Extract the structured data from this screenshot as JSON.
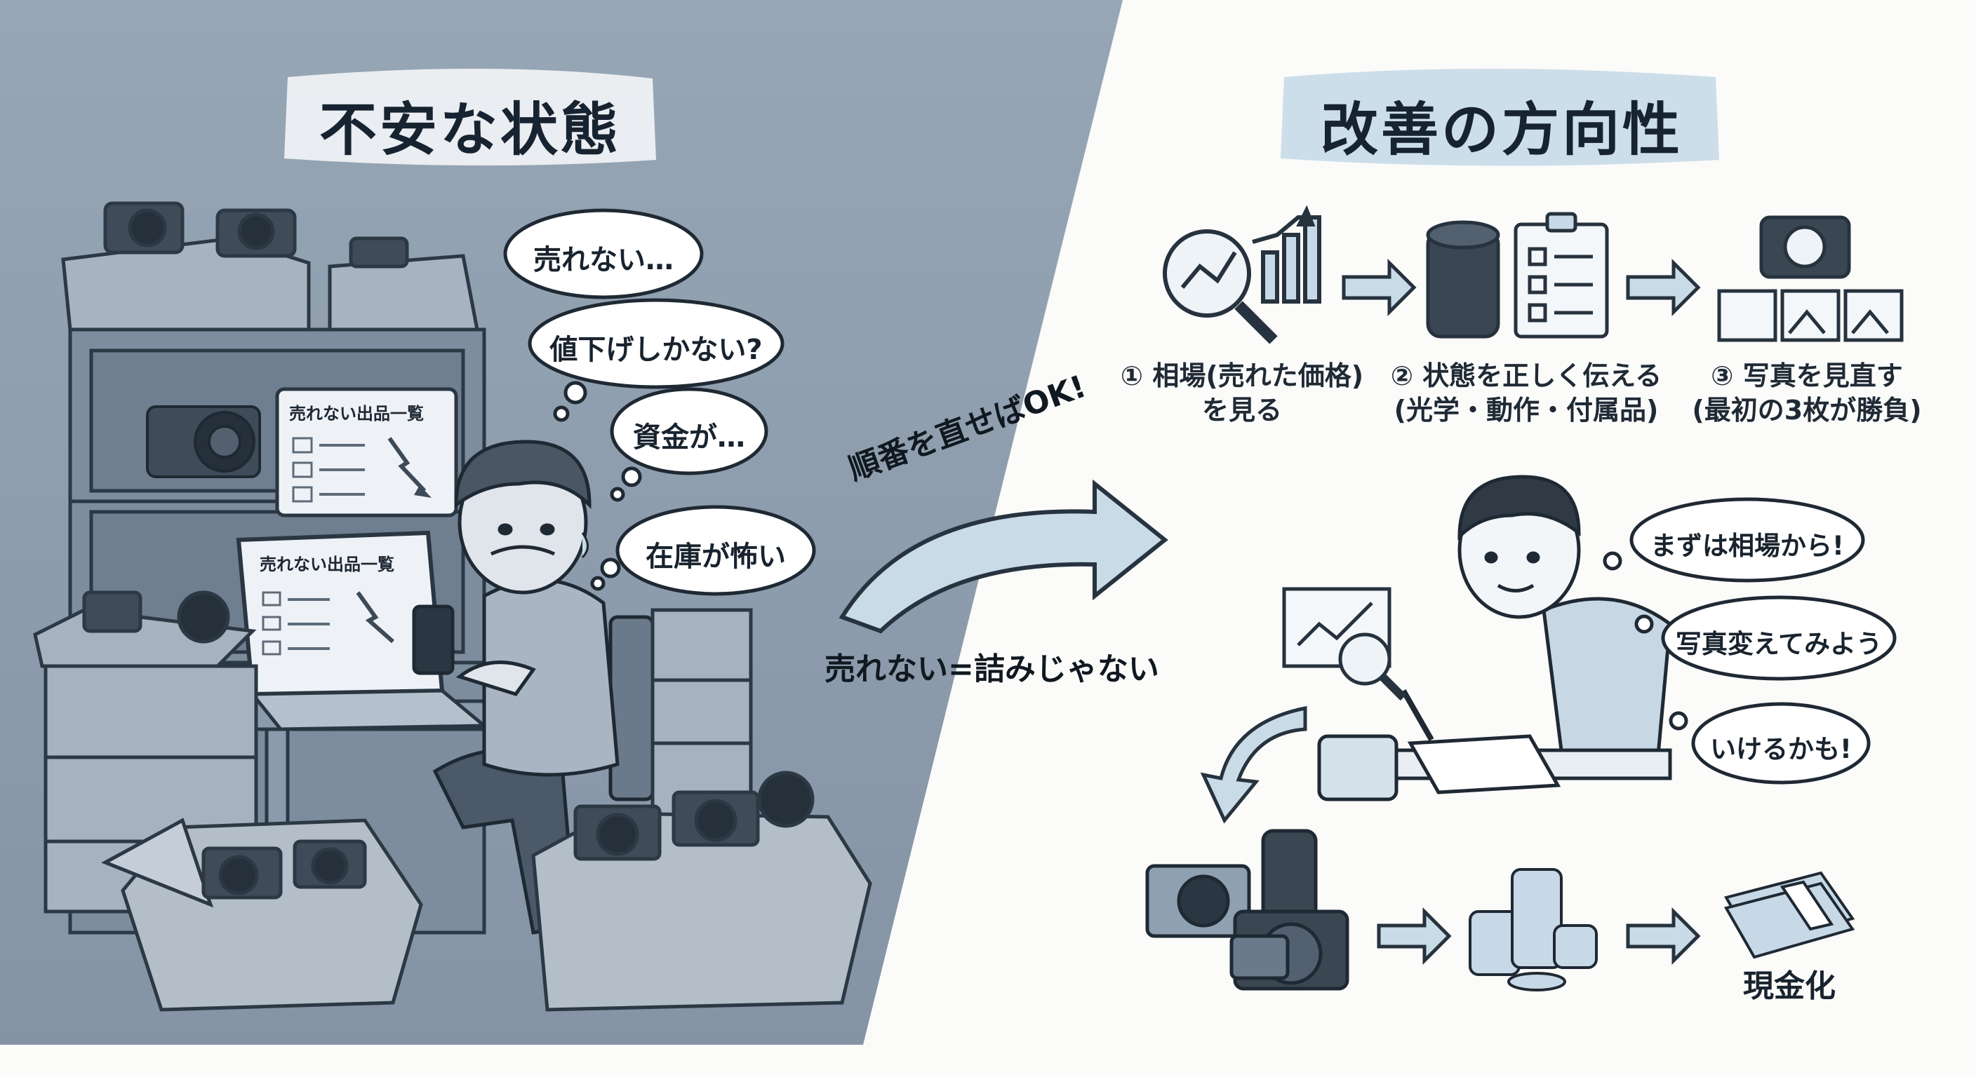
{
  "left_panel": {
    "title": "不安な状態",
    "monitor_title": "売れない出品一覧",
    "laptop_title": "売れない出品一覧",
    "thoughts": [
      "売れない…",
      "値下げしかない?",
      "資金が…",
      "在庫が怖い"
    ]
  },
  "transition": {
    "arrow_label": "順番を直せばOK!",
    "caption": "売れない=詰みじゃない"
  },
  "right_panel": {
    "title": "改善の方向性",
    "steps": [
      {
        "line1": "① 相場(売れた価格)",
        "line2": "を見る",
        "icon": "magnifier-chart-icon"
      },
      {
        "line1": "② 状態を正しく伝える",
        "line2": "(光学・動作・付属品)",
        "icon": "lens-checklist-icon"
      },
      {
        "line1": "③ 写真を見直す",
        "line2": "(最初の3枚が勝負)",
        "icon": "camera-photos-icon"
      }
    ],
    "thoughts": [
      "まずは相場から!",
      "写真変えてみよう",
      "いけるかも!"
    ],
    "result_label": "現金化"
  },
  "colors": {
    "left_bg": "#8e9dad",
    "right_bg": "#fbfbfa",
    "accent_blue": "#c5d9e6",
    "ink": "#1e2a36"
  }
}
